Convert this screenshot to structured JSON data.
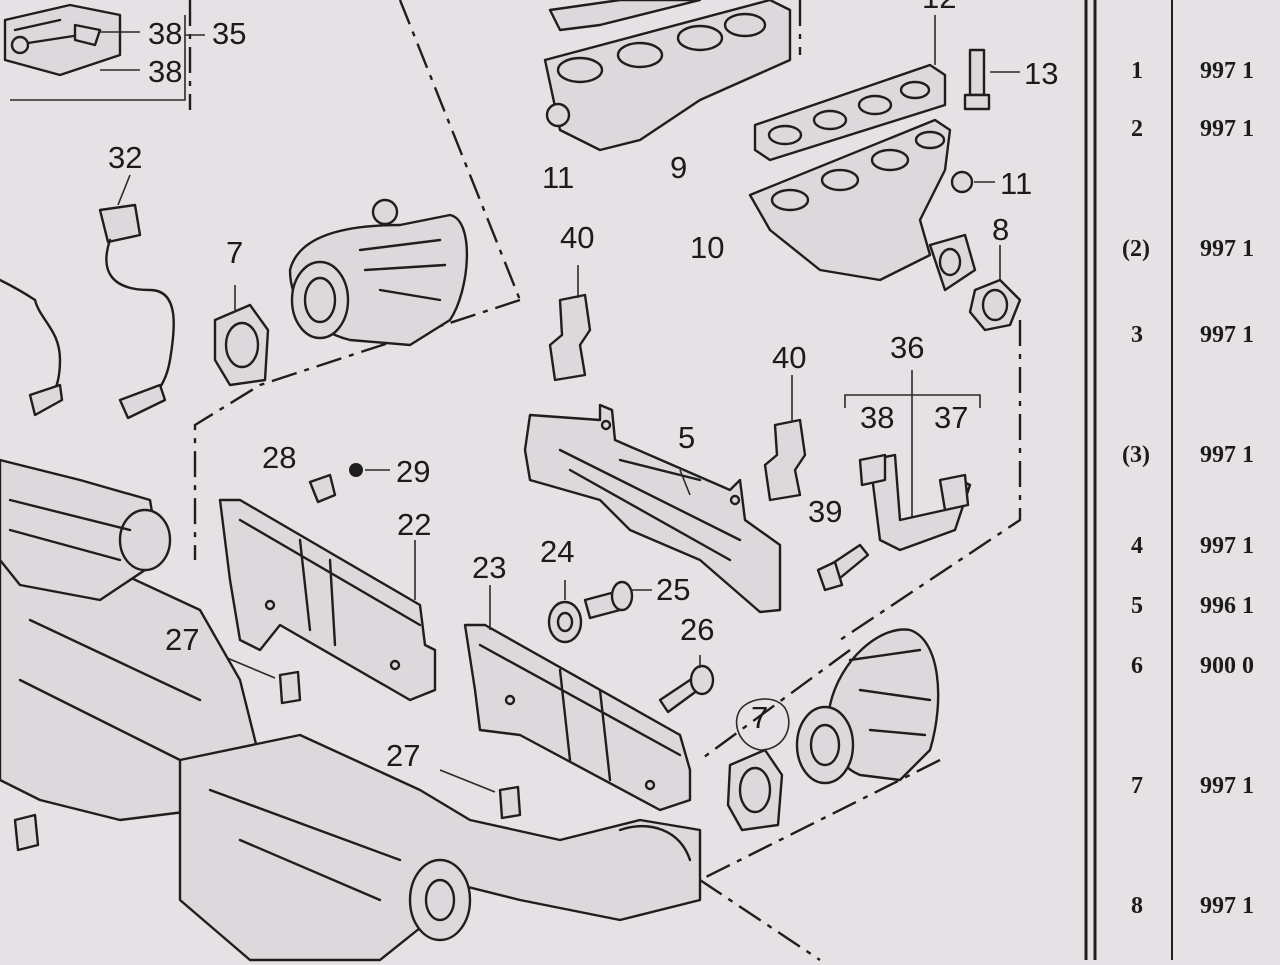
{
  "callouts": {
    "c38a": "38",
    "c35": "35",
    "c38b": "38",
    "c32": "32",
    "c7a": "7",
    "c11a": "11",
    "c9": "9",
    "c12": "12",
    "c13": "13",
    "c11b": "11",
    "c10": "10",
    "c8": "8",
    "c40a": "40",
    "c40b": "40",
    "c36": "36",
    "c38c": "38",
    "c37": "37",
    "c5": "5",
    "c28": "28",
    "c29": "29",
    "c22": "22",
    "c23": "23",
    "c24": "24",
    "c25": "25",
    "c26": "26",
    "c39": "39",
    "c27a": "27",
    "c27b": "27",
    "c7b": "7"
  },
  "table": {
    "rows": [
      {
        "ref": "1",
        "code": "997 1"
      },
      {
        "ref": "2",
        "code": "997 1"
      },
      {
        "ref": "(2)",
        "code": "997 1"
      },
      {
        "ref": "3",
        "code": "997 1"
      },
      {
        "ref": "(3)",
        "code": "997 1"
      },
      {
        "ref": "4",
        "code": "997 1"
      },
      {
        "ref": "5",
        "code": "996 1"
      },
      {
        "ref": "6",
        "code": "900 0"
      },
      {
        "ref": "7",
        "code": "997 1"
      },
      {
        "ref": "8",
        "code": "997 1"
      }
    ]
  }
}
